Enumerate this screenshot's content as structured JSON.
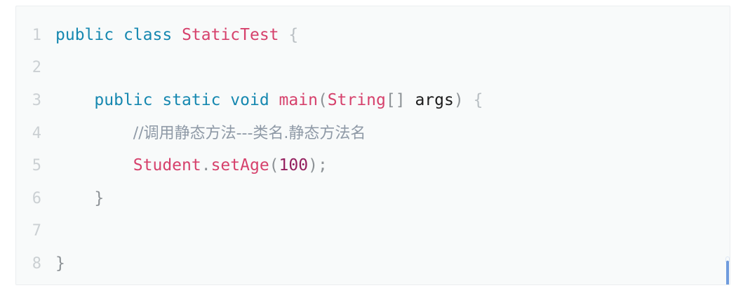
{
  "editor": {
    "language": "java",
    "background_color": "#f8fafa",
    "gutter_text_color": "#cbd0d3",
    "scrollbar_color": "#6f9bdd",
    "lines": [
      {
        "number": "1",
        "tokens": [
          {
            "text": "public",
            "kind": "keyword"
          },
          {
            "text": " ",
            "kind": "plain"
          },
          {
            "text": "class",
            "kind": "keyword"
          },
          {
            "text": " ",
            "kind": "plain"
          },
          {
            "text": "StaticTest",
            "kind": "type"
          },
          {
            "text": " ",
            "kind": "plain"
          },
          {
            "text": "{",
            "kind": "brace"
          }
        ]
      },
      {
        "number": "2",
        "tokens": []
      },
      {
        "number": "3",
        "tokens": [
          {
            "text": "    ",
            "kind": "plain"
          },
          {
            "text": "public",
            "kind": "keyword"
          },
          {
            "text": " ",
            "kind": "plain"
          },
          {
            "text": "static",
            "kind": "keyword"
          },
          {
            "text": " ",
            "kind": "plain"
          },
          {
            "text": "void",
            "kind": "keyword"
          },
          {
            "text": " ",
            "kind": "plain"
          },
          {
            "text": "main",
            "kind": "func"
          },
          {
            "text": "(",
            "kind": "punct"
          },
          {
            "text": "String",
            "kind": "type"
          },
          {
            "text": "[]",
            "kind": "punct"
          },
          {
            "text": " ",
            "kind": "plain"
          },
          {
            "text": "args",
            "kind": "plain"
          },
          {
            "text": ")",
            "kind": "punct"
          },
          {
            "text": " ",
            "kind": "plain"
          },
          {
            "text": "{",
            "kind": "brace"
          }
        ]
      },
      {
        "number": "4",
        "tokens": [
          {
            "text": "        ",
            "kind": "plain"
          },
          {
            "text": "//调用静态方法---类名.静态方法名",
            "kind": "comment"
          }
        ]
      },
      {
        "number": "5",
        "tokens": [
          {
            "text": "        ",
            "kind": "plain"
          },
          {
            "text": "Student",
            "kind": "ident"
          },
          {
            "text": ".",
            "kind": "punct"
          },
          {
            "text": "setAge",
            "kind": "func"
          },
          {
            "text": "(",
            "kind": "punct"
          },
          {
            "text": "100",
            "kind": "number"
          },
          {
            "text": ")",
            "kind": "punct"
          },
          {
            "text": ";",
            "kind": "punct"
          }
        ]
      },
      {
        "number": "6",
        "tokens": [
          {
            "text": "    ",
            "kind": "plain"
          },
          {
            "text": "}",
            "kind": "punct"
          }
        ]
      },
      {
        "number": "7",
        "tokens": []
      },
      {
        "number": "8",
        "tokens": [
          {
            "text": "}",
            "kind": "punct"
          }
        ]
      }
    ]
  }
}
